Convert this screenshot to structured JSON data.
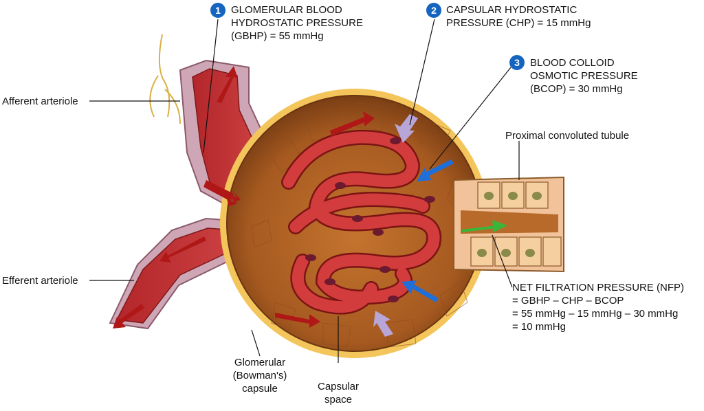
{
  "colors": {
    "capsule_fill": "#b86a2a",
    "capsule_rim": "#f3c55b",
    "capillary": "#c42a2a",
    "flow_arrow": "#b01818",
    "arrow_chp": "#b9a6d8",
    "arrow_bcop": "#1e6fd9",
    "arrow_nfp": "#3ab53a",
    "badge": "#1565c0"
  },
  "pressures": [
    {
      "number": "1",
      "lines": [
        "GLOMERULAR BLOOD",
        "HYDROSTATIC PRESSURE",
        "(GBHP) = 55 mmHg"
      ]
    },
    {
      "number": "2",
      "lines": [
        "CAPSULAR HYDROSTATIC",
        "PRESSURE (CHP) = 15 mmHg"
      ]
    },
    {
      "number": "3",
      "lines": [
        "BLOOD COLLOID",
        "OSMOTIC PRESSURE",
        "(BCOP) = 30 mmHg"
      ]
    }
  ],
  "net_filtration": {
    "lines": [
      "NET FILTRATION PRESSURE (NFP)",
      "= GBHP – CHP – BCOP",
      "= 55 mmHg – 15 mmHg – 30 mmHg",
      "= 10 mmHg"
    ]
  },
  "labels": {
    "afferent": "Afferent arteriole",
    "efferent": "Efferent arteriole",
    "proximal": "Proximal convoluted tubule",
    "glomerular_capsule": [
      "Glomerular",
      "(Bowman's)",
      "capsule"
    ],
    "capsular_space": [
      "Capsular",
      "space"
    ]
  },
  "icons": {
    "flow": "flow-arrow-icon",
    "chp": "capsular-pressure-arrow-icon",
    "bcop": "osmotic-pressure-arrow-icon",
    "nfp": "net-filtration-arrow-icon"
  }
}
